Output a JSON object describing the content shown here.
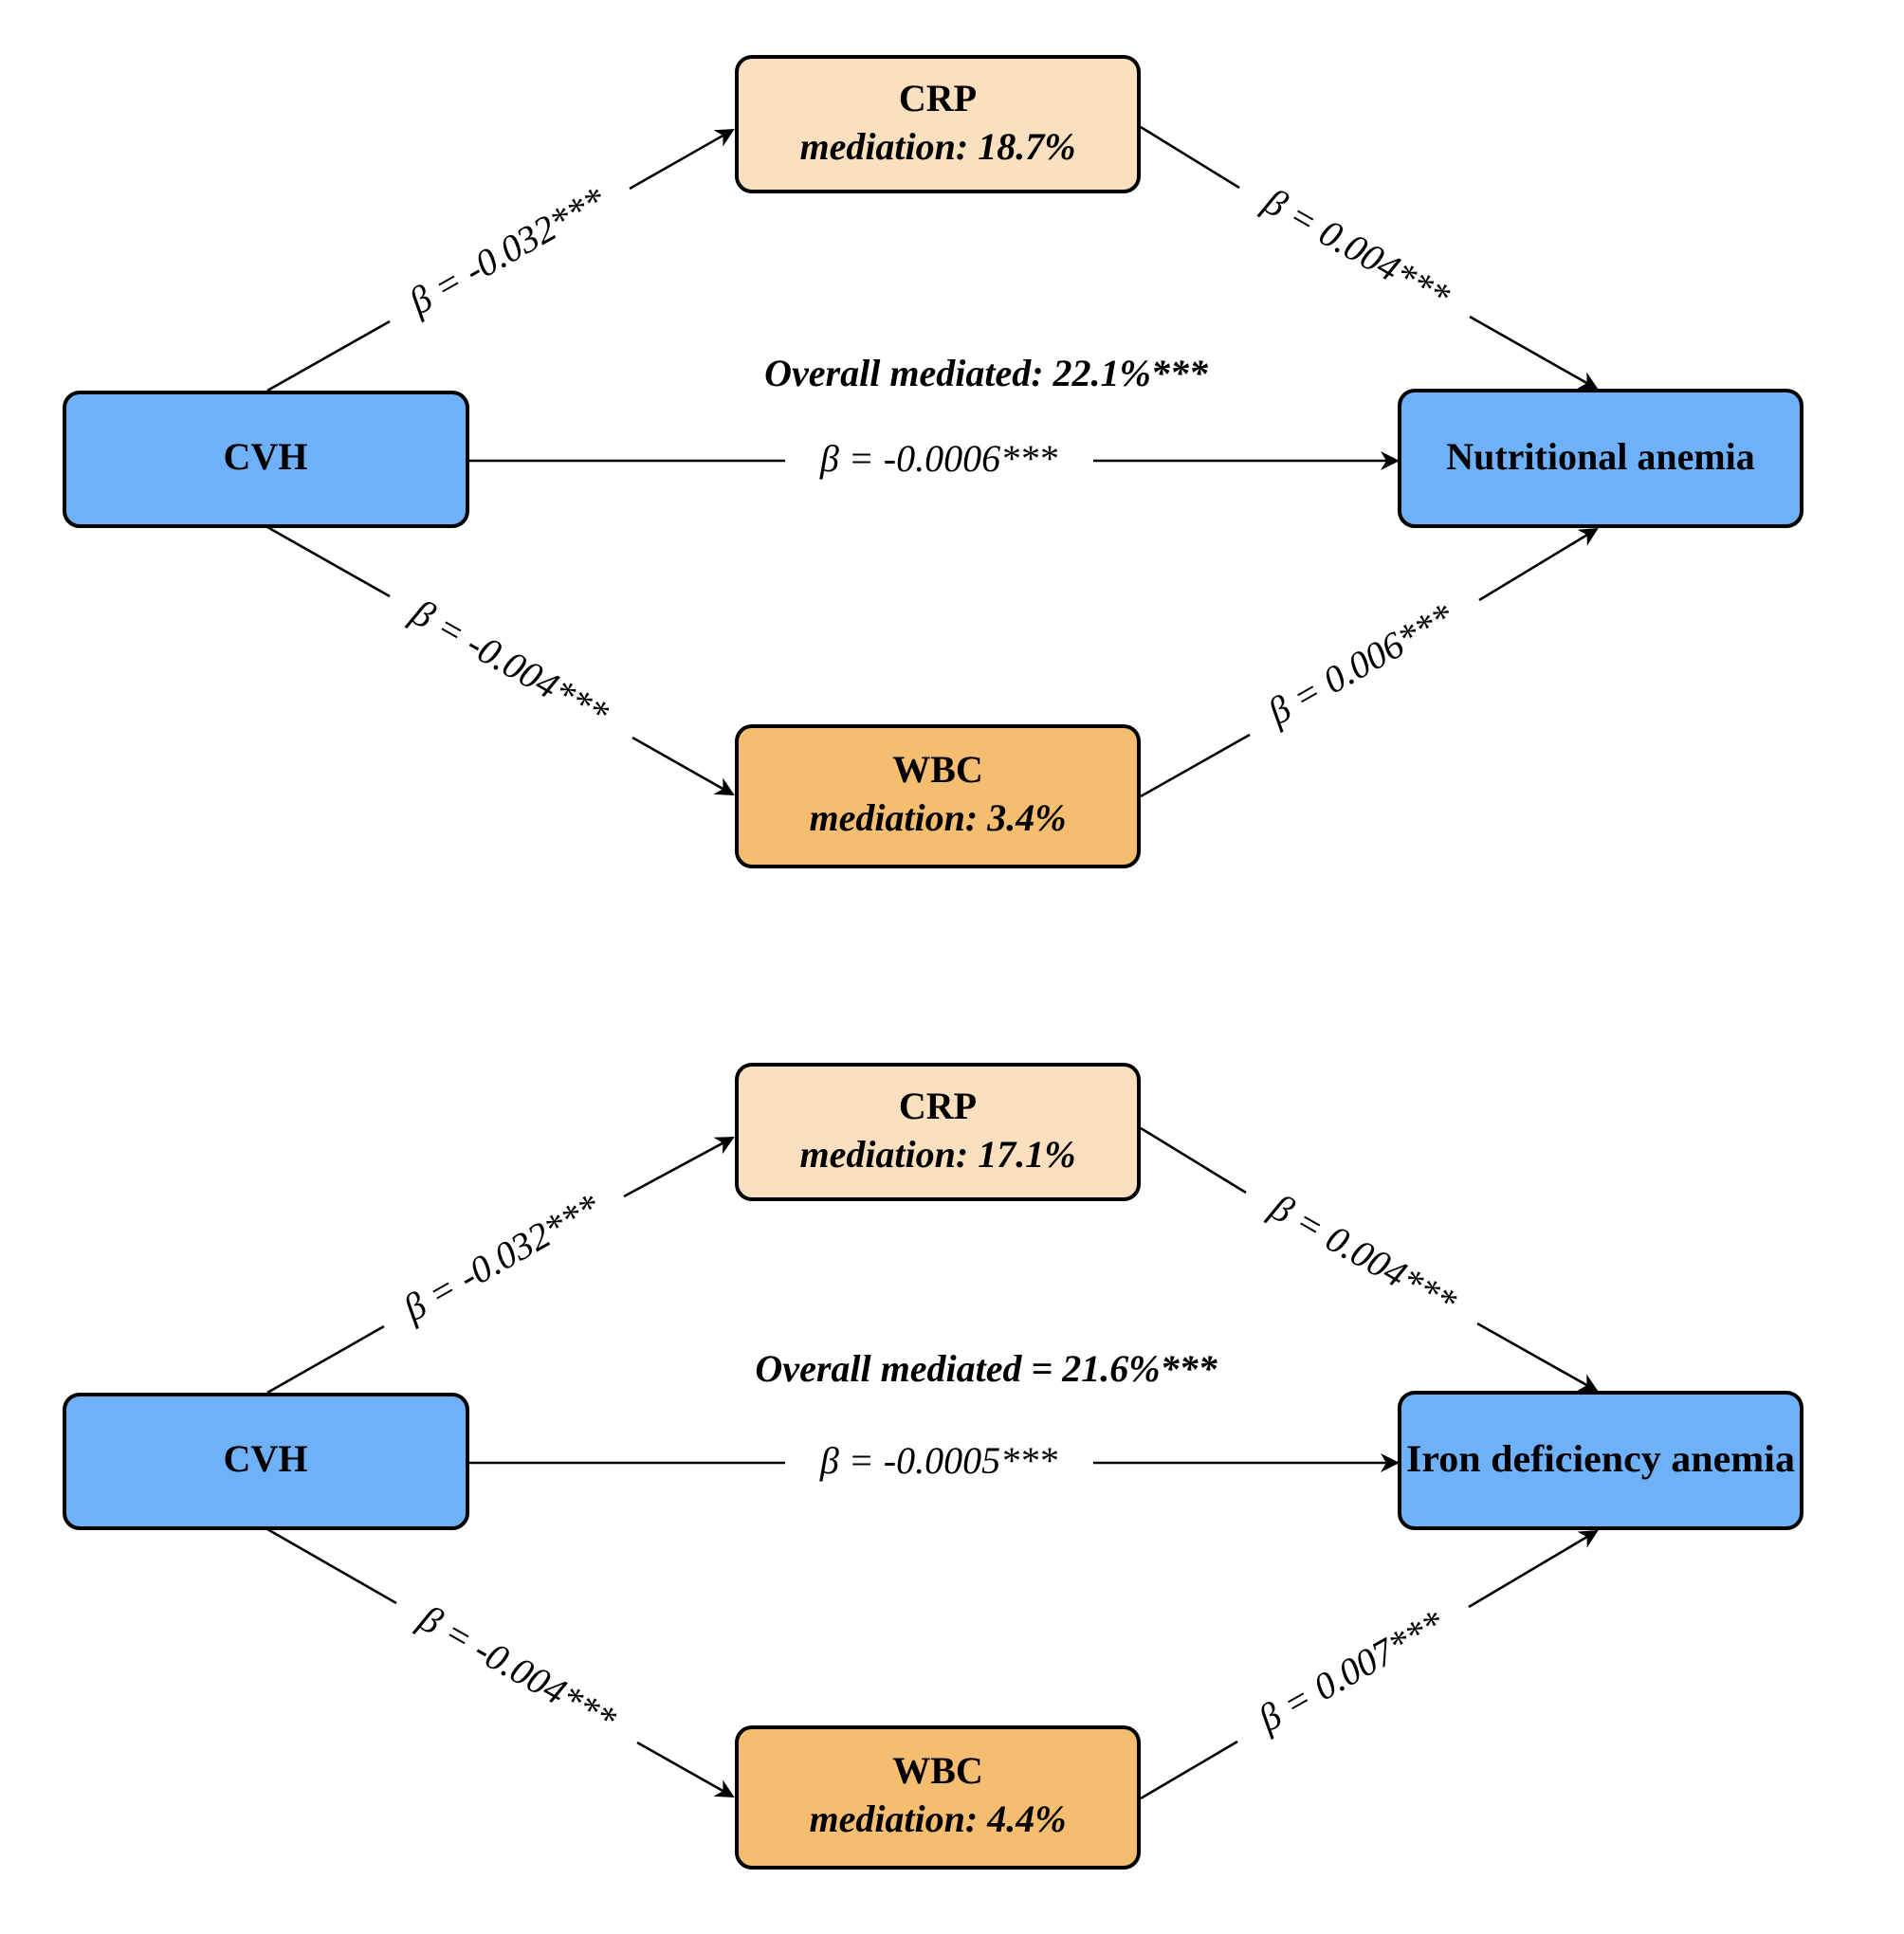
{
  "colors": {
    "outcome_fill": "#6eb1f8",
    "crp_fill": "#fae0bf",
    "wbc_fill": "#f4bd6f",
    "line": "#000000"
  },
  "panels": [
    {
      "exposure": "CVH",
      "outcome": "Nutritional anemia",
      "mediator_top": {
        "name": "CRP",
        "mediation": "mediation: 18.7%"
      },
      "mediator_bottom": {
        "name": "WBC",
        "mediation": "mediation: 3.4%"
      },
      "overall": "Overall mediated: 22.1%***",
      "paths": {
        "exposure_to_top": "β = -0.032***",
        "top_to_outcome": "β = 0.004***",
        "direct": "β = -0.0006***",
        "exposure_to_bottom": "β = -0.004***",
        "bottom_to_outcome": "β = 0.006***"
      }
    },
    {
      "exposure": "CVH",
      "outcome": "Iron deficiency anemia",
      "mediator_top": {
        "name": "CRP",
        "mediation": "mediation: 17.1%"
      },
      "mediator_bottom": {
        "name": "WBC",
        "mediation": "mediation: 4.4%"
      },
      "overall": "Overall mediated = 21.6%***",
      "paths": {
        "exposure_to_top": "β = -0.032***",
        "top_to_outcome": "β = 0.004***",
        "direct": "β = -0.0005***",
        "exposure_to_bottom": "β = -0.004***",
        "bottom_to_outcome": "β = 0.007***"
      }
    }
  ]
}
